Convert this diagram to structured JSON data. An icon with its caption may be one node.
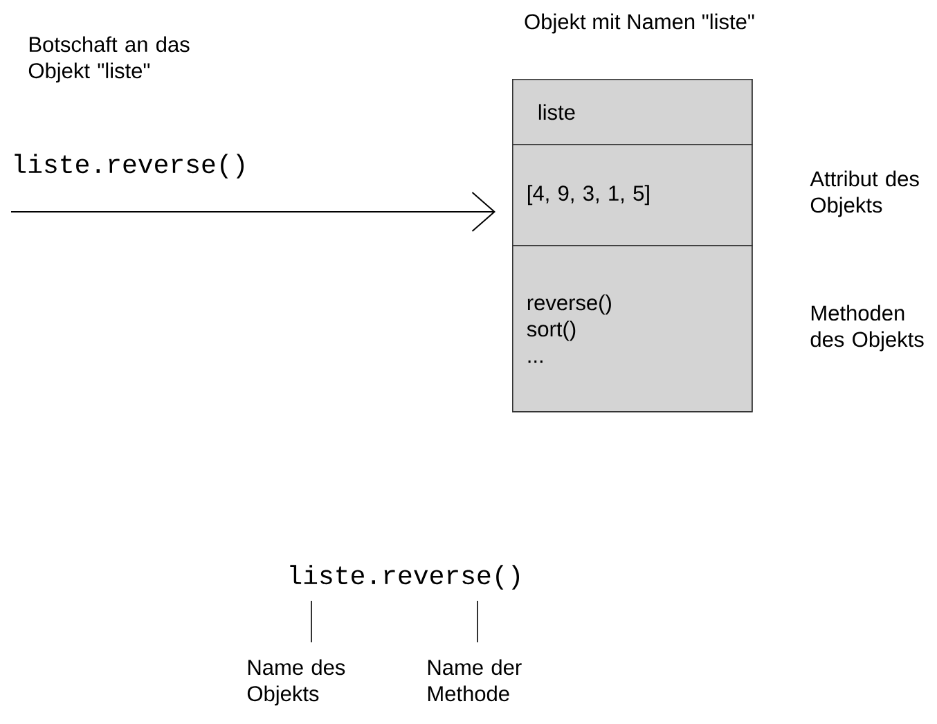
{
  "diagram": {
    "nodes": [
      {
        "text": [
          "Objekt mit Namen \"liste\""
        ]
      },
      {
        "text": [
          "liste"
        ],
        "in": 0
      },
      {
        "text": [
          "[4, 9, 3, 1, 5]"
        ],
        "in": 0,
        "beside": [
          "Attribut des Objekts"
        ]
      },
      {
        "text": [
          "reverse() sort() ..."
        ],
        "in": 0,
        "beside": [
          "Methoden des Objekts"
        ]
      },
      {
        "text": [
          "liste.reverse()"
        ]
      },
      {
        "text": [
          "Name des Objekts"
        ]
      },
      {
        "text": [
          "Name der Methode"
        ]
      }
    ],
    "edges": [
      {
        "from": null,
        "to": 2,
        "arrow": "to",
        "label": "liste.reverse()"
      },
      {
        "from": 5,
        "to": 4,
        "arrow": "none"
      },
      {
        "from": 6,
        "to": 4,
        "arrow": "none"
      }
    ],
    "labels": [
      "Botschaft an das Objekt \"liste\""
    ]
  }
}
